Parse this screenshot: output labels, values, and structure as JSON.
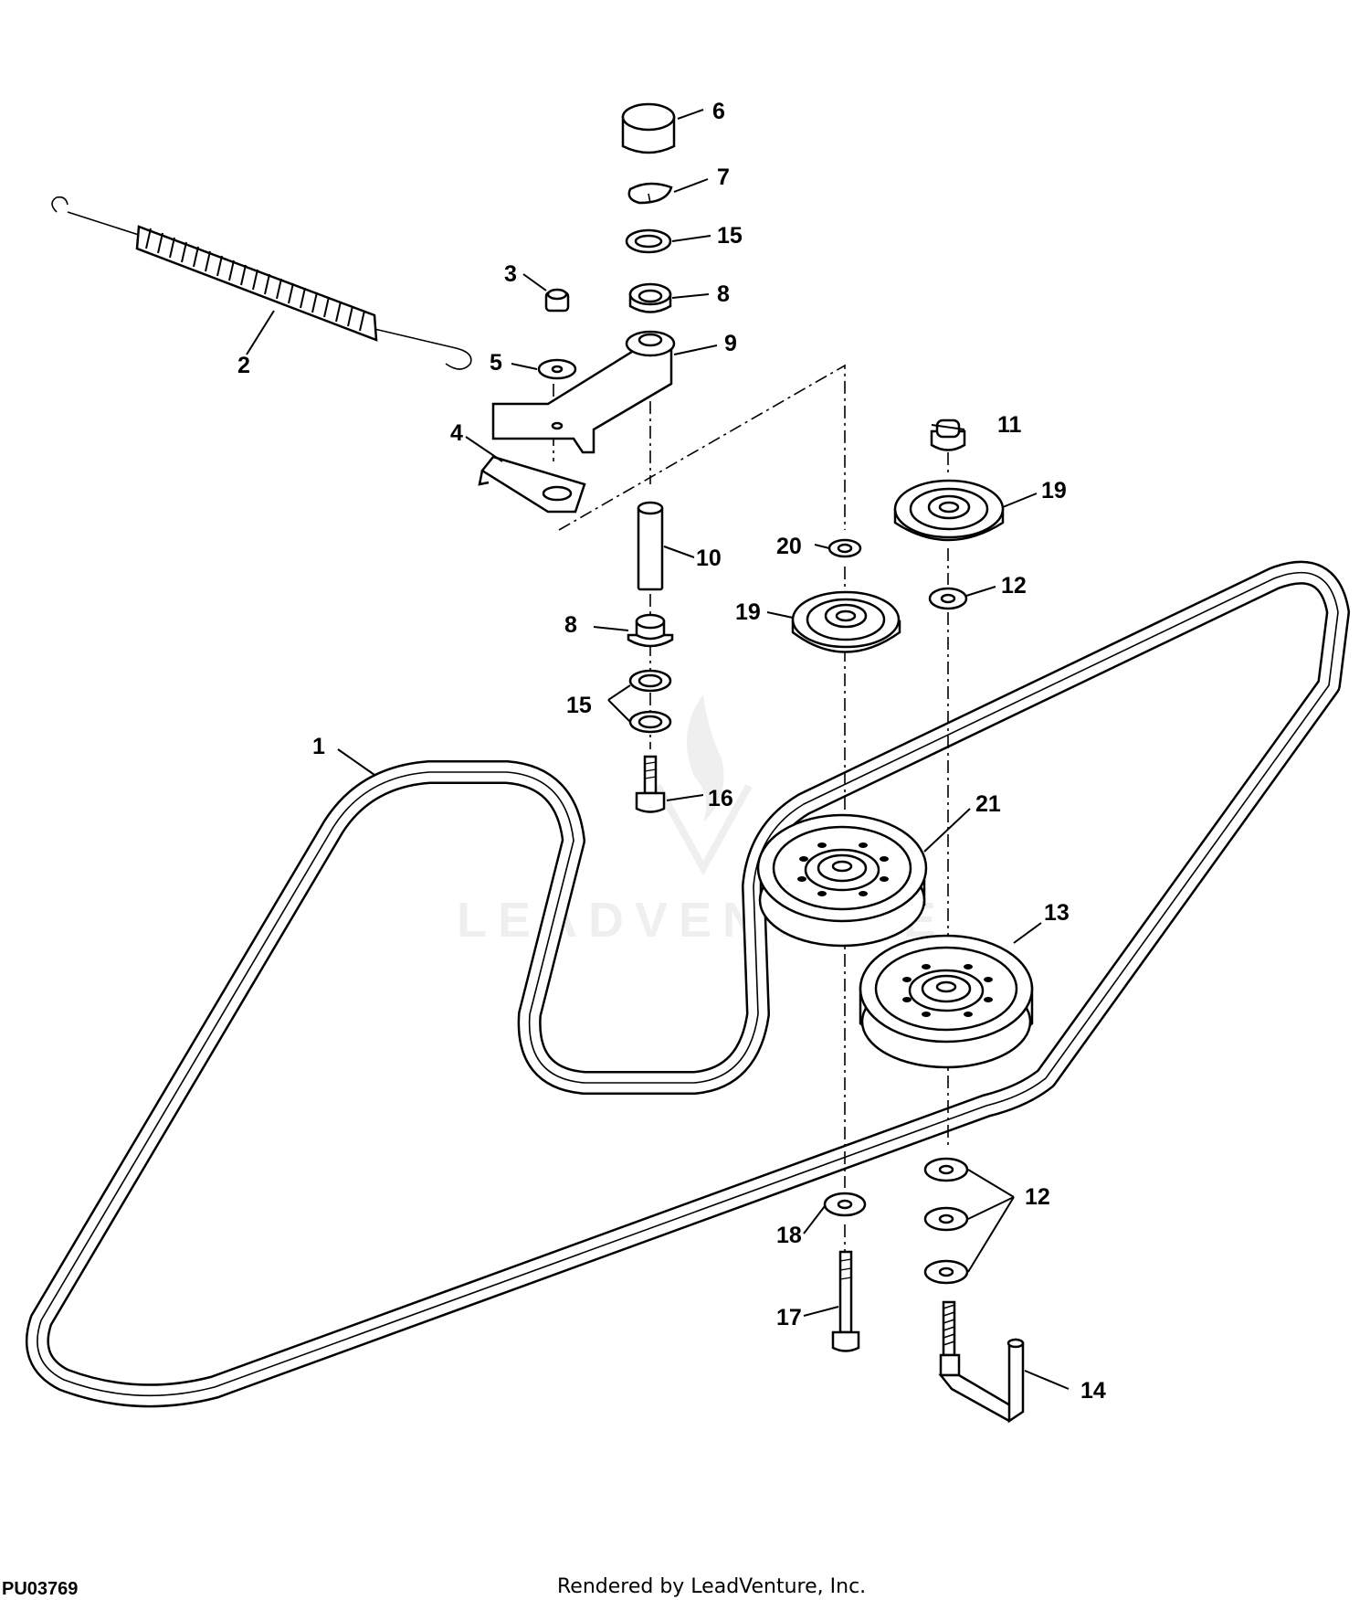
{
  "diagram": {
    "figure_id": "PU03769",
    "credit": "Rendered by LeadVenture, Inc.",
    "watermark": "LEADVENTURE",
    "callouts": {
      "c1": "1",
      "c2": "2",
      "c3": "3",
      "c4": "4",
      "c5": "5",
      "c6": "6",
      "c7": "7",
      "c8a": "8",
      "c8b": "8",
      "c9": "9",
      "c10": "10",
      "c11": "11",
      "c12a": "12",
      "c12b": "12",
      "c13": "13",
      "c14": "14",
      "c15a": "15",
      "c15b": "15",
      "c16": "16",
      "c17": "17",
      "c18": "18",
      "c19a": "19",
      "c19b": "19",
      "c20": "20",
      "c21": "21"
    }
  }
}
